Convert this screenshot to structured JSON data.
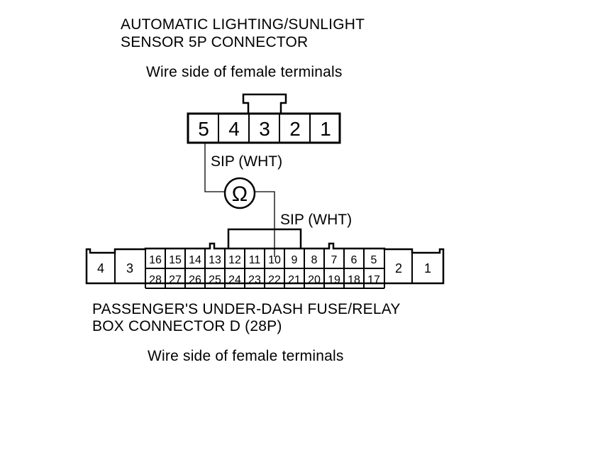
{
  "top_connector": {
    "title_line1": "AUTOMATIC LIGHTING/SUNLIGHT",
    "title_line2": "SENSOR 5P CONNECTOR",
    "view_note": "Wire side of female terminals",
    "pins": [
      "5",
      "4",
      "3",
      "2",
      "1"
    ]
  },
  "wires": {
    "upper_label": "SIP (WHT)",
    "lower_label": "SIP (WHT)"
  },
  "meter": {
    "symbol": "Ω"
  },
  "bottom_connector": {
    "title_line1": "PASSENGER'S UNDER-DASH FUSE/RELAY",
    "title_line2": "BOX CONNECTOR D (28P)",
    "view_note": "Wire side of female terminals",
    "left_pins": [
      "4",
      "3"
    ],
    "top_row": [
      "16",
      "15",
      "14",
      "13",
      "12",
      "11",
      "10",
      "9",
      "8",
      "7",
      "6",
      "5"
    ],
    "bottom_row": [
      "28",
      "27",
      "26",
      "25",
      "24",
      "23",
      "22",
      "21",
      "20",
      "19",
      "18",
      "17"
    ],
    "right_pins": [
      "2",
      "1"
    ]
  }
}
